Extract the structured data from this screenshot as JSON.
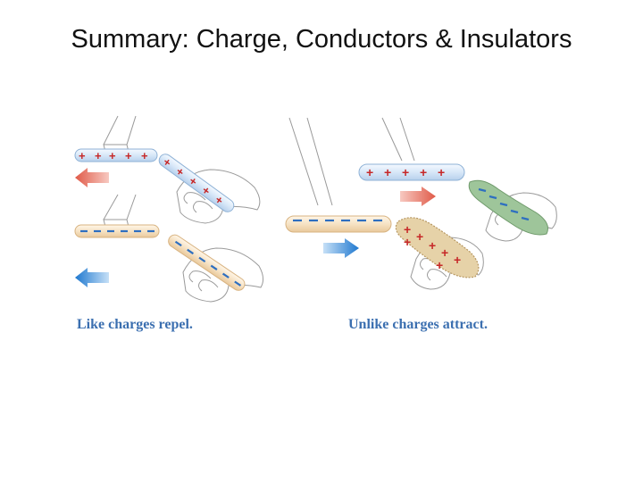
{
  "slide": {
    "title": "Summary: Charge, Conductors & Insulators"
  },
  "figure": {
    "left_caption": "Like charges repel.",
    "right_caption": "Unlike charges attract.",
    "colors": {
      "glass_rod": "#dbe9f7",
      "plastic_rod": "#f6e2c4",
      "positive_sign": "#c62828",
      "negative_sign": "#2e6fc0",
      "arrow_red": "#e46b5c",
      "arrow_blue": "#2f86d6",
      "caption": "#3b6fb0"
    },
    "icons": [
      "hand-icon",
      "fur-icon",
      "silk-icon",
      "thread-icon"
    ]
  }
}
